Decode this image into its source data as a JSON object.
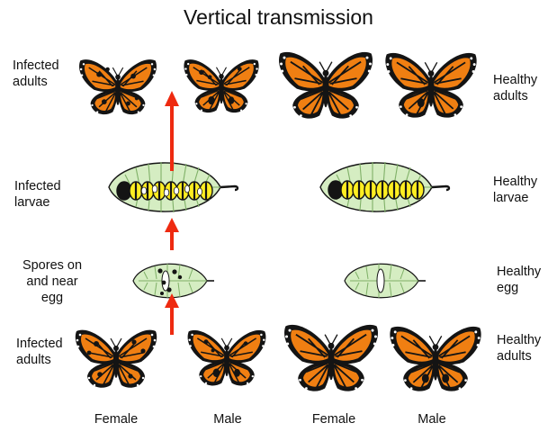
{
  "title": "Vertical transmission",
  "rows": {
    "top_infected": "Infected\nadults",
    "top_healthy": "Healthy\nadults",
    "larvae_infected": "Infected\nlarvae",
    "larvae_healthy": "Healthy\nlarvae",
    "egg_infected": "Spores on\nand near\negg",
    "egg_healthy": "Healthy\negg",
    "bottom_infected": "Infected\nadults",
    "bottom_healthy": "Healthy\nadults"
  },
  "columns": [
    "Female",
    "Male",
    "Female",
    "Male"
  ],
  "colors": {
    "wing_orange": "#f07f12",
    "vein_black": "#141414",
    "leaf_green": "#d5edc2",
    "leaf_vein": "#7fb067",
    "larva_yellow": "#ffee22",
    "arrow_red": "#ee2a10",
    "spot_white": "#ffffff"
  }
}
